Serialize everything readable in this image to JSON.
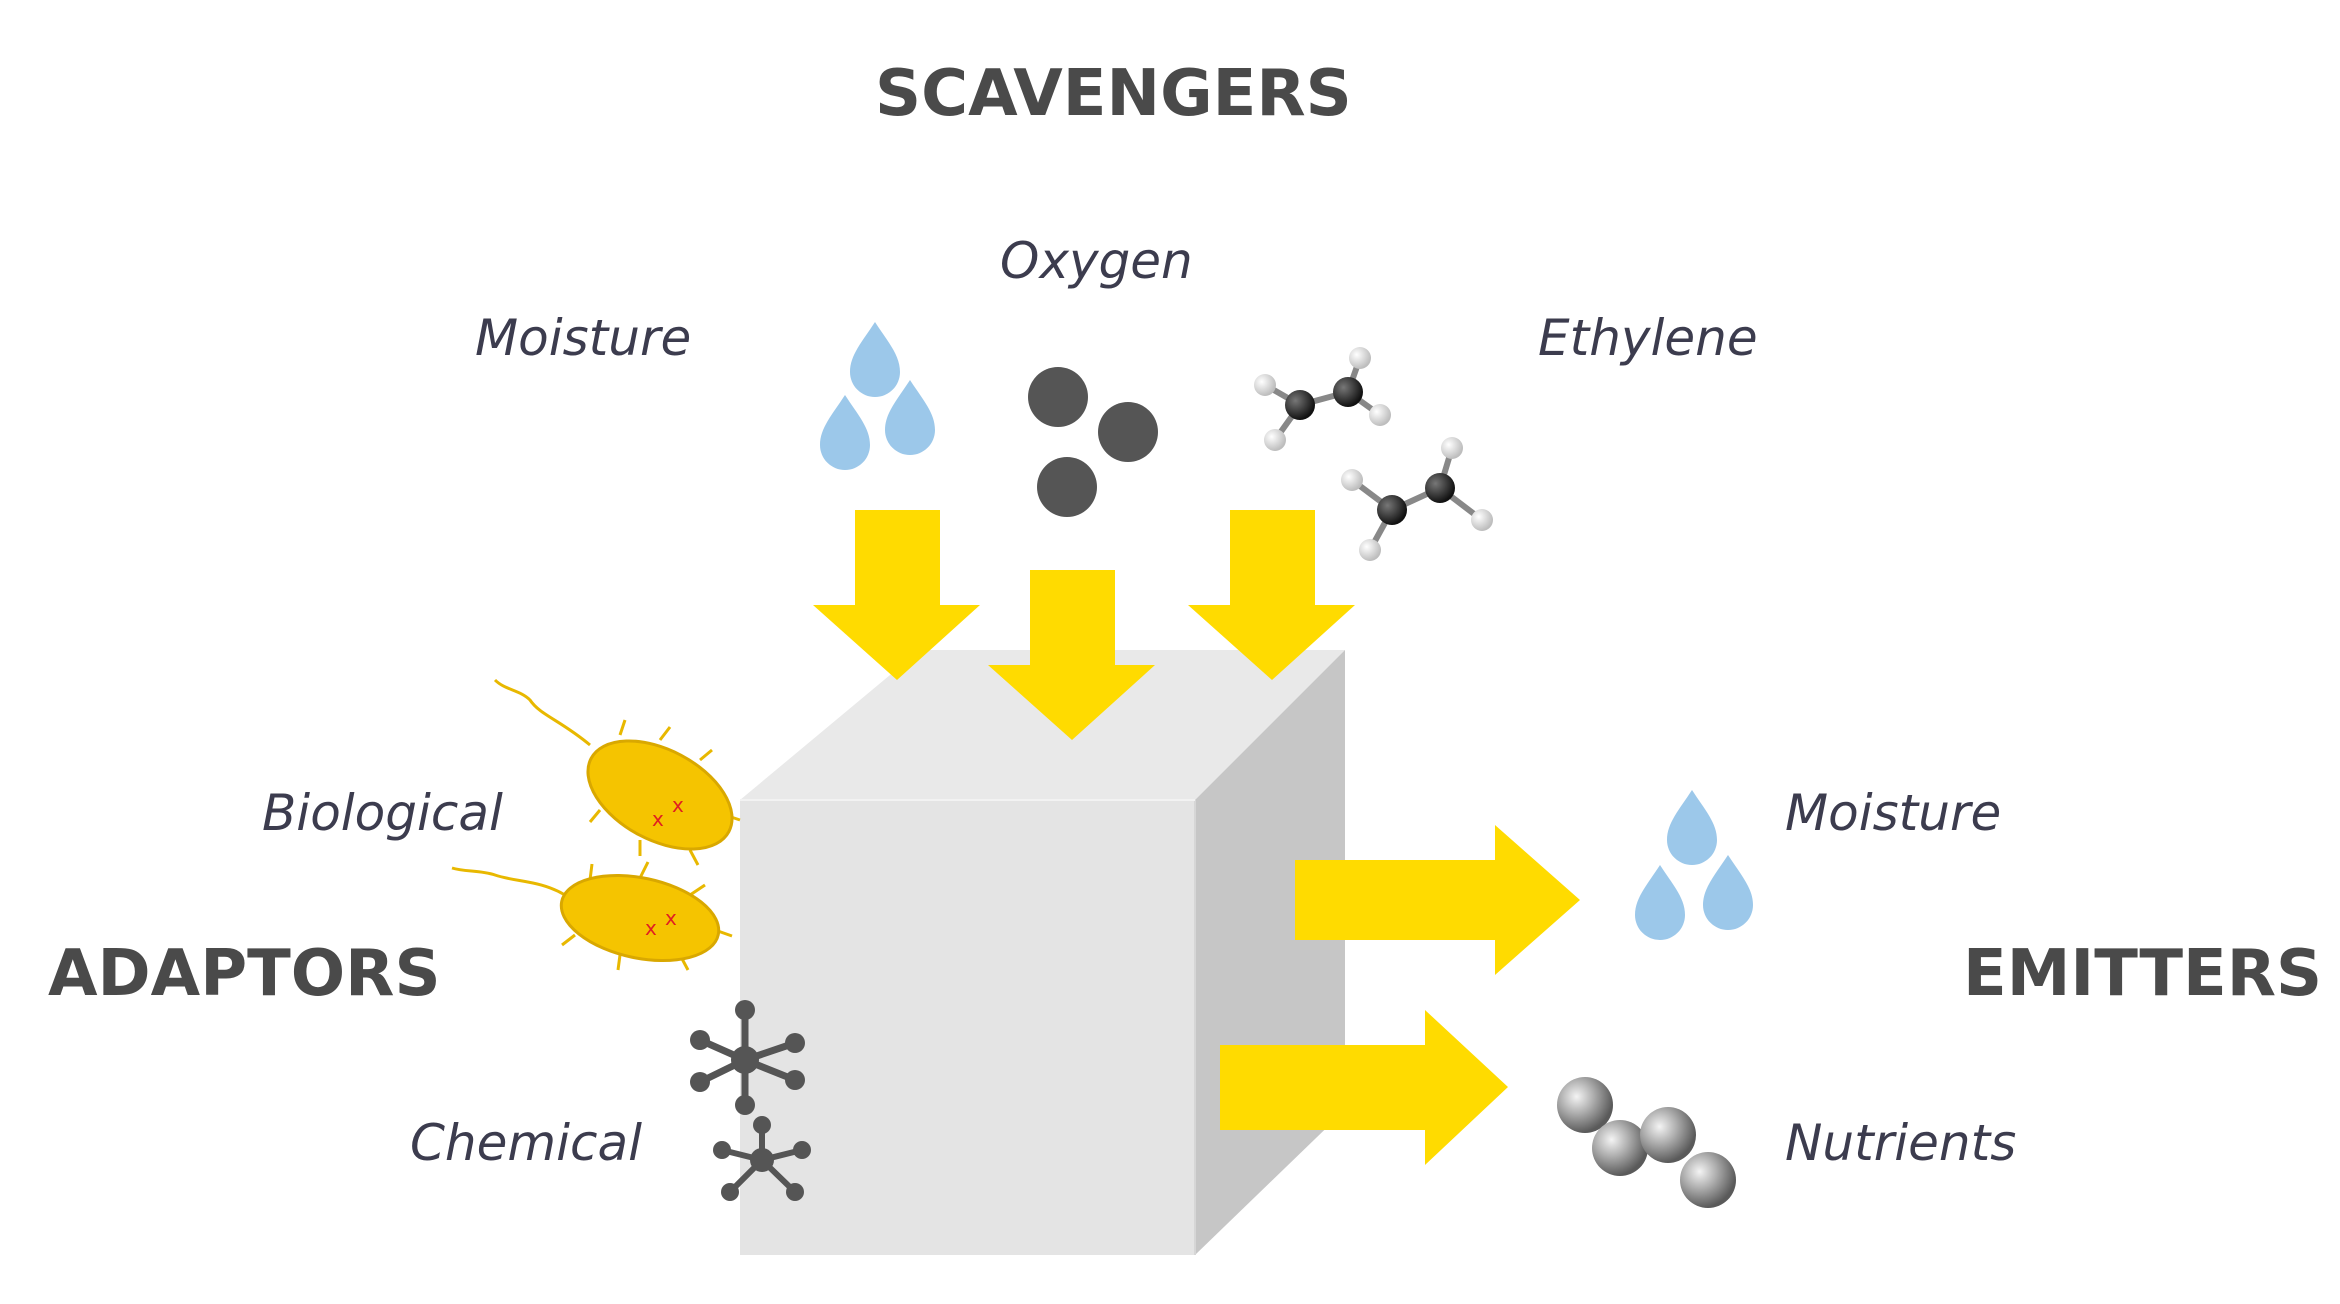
{
  "headings": {
    "scavengers": "SCAVENGERS",
    "adaptors": "ADAPTORS",
    "emitters": "EMITTERS"
  },
  "scavenger_items": {
    "moisture": "Moisture",
    "oxygen": "Oxygen",
    "ethylene": "Ethylene"
  },
  "adaptor_items": {
    "biological": "Biological",
    "chemical": "Chemical"
  },
  "emitter_items": {
    "moisture": "Moisture",
    "nutrients": "Nutrients"
  },
  "colors": {
    "arrow": "#FFDB00",
    "box_top": "#E9E9E9",
    "box_front": "#E4E4E4",
    "box_side": "#C6C6C6",
    "water_drop": "#9CC8EA",
    "oxygen_sphere": "#555555",
    "bacteria": "#F5C400",
    "chemical": "#555555",
    "nutrient_sphere": "#A8A8A8"
  },
  "icons": [
    "water-drop-icon",
    "oxygen-molecule-icon",
    "ethylene-molecule-icon",
    "bacteria-icon",
    "chemical-molecule-icon",
    "nutrient-sphere-icon"
  ]
}
